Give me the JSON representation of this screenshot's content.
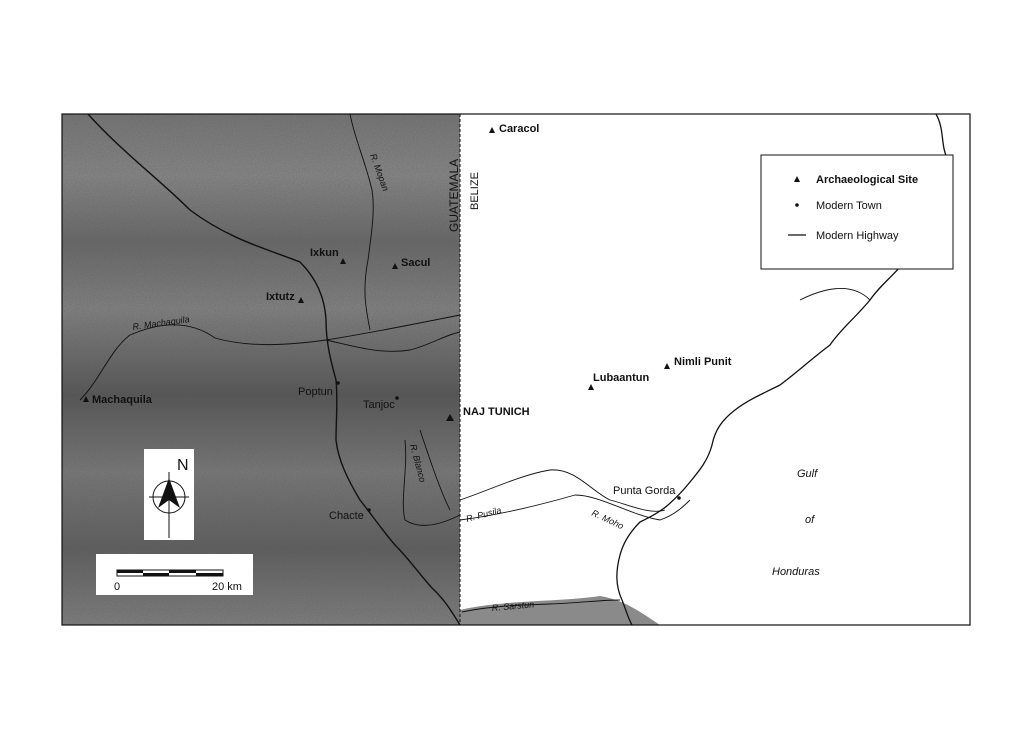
{
  "legend": {
    "archaeological_site": "Archaeological Site",
    "modern_town": "Modern Town",
    "modern_highway": "Modern Highway"
  },
  "borders": {
    "country_west": "GUATEMALA",
    "country_east": "BELIZE"
  },
  "sites": {
    "caracol": "Caracol",
    "ixkun": "Ixkun",
    "sacul": "Sacul",
    "ixtutz": "Ixtutz",
    "machaquila": "Machaquila",
    "naj_tunich": "NAJ TUNICH",
    "lubaantun": "Lubaantun",
    "nimli_punit": "Nimli Punit"
  },
  "towns": {
    "poptun": "Poptun",
    "tanjoc": "Tanjoc",
    "chacte": "Chacte",
    "punta_gorda": "Punta Gorda"
  },
  "rivers": {
    "mopan": "R. Mopan",
    "machaquila": "R. Machaquila",
    "blanco": "R. Blanco",
    "pusila": "R. Pusila",
    "moho": "R. Moho",
    "sarstun": "R. Sarstun"
  },
  "water": {
    "gulf": "Gulf",
    "of": "of",
    "honduras": "Honduras"
  },
  "north_arrow": {
    "label": "N"
  },
  "scale_bar": {
    "start": "0",
    "end": "20 km"
  },
  "colors": {
    "guatemala_fill": "#6e6e6e",
    "belize_fill": "#ffffff",
    "sea_fill": "#ffffff",
    "line": "#111111"
  }
}
